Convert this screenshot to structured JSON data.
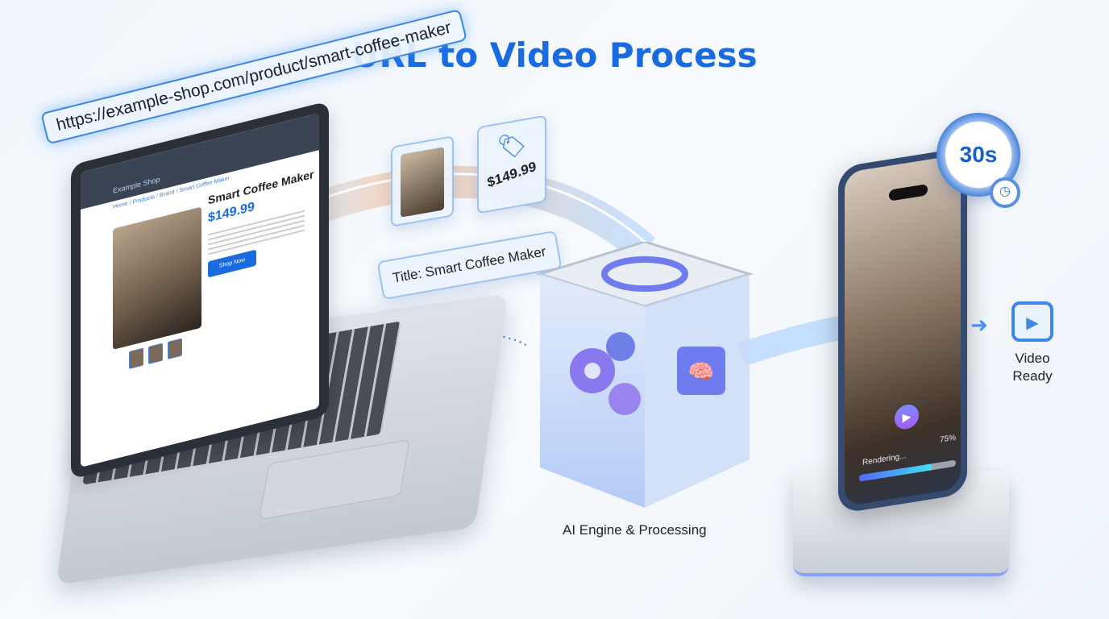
{
  "title": "URL to Video Process",
  "laptop": {
    "url": "https://example-shop.com/product/smart-coffee-maker",
    "site_name": "Example Shop",
    "breadcrumb": "Home / Products / Brand / Smart Coffee Maker",
    "product_title": "Smart Coffee Maker",
    "price": "$149.99",
    "button": "Shop Now"
  },
  "extracted": {
    "price": "$149.99",
    "title": "Title: Smart Coffee Maker",
    "tag_icon": "price-tag-icon"
  },
  "engine": {
    "label": "AI Engine & Processing",
    "icons": [
      "gears-icon",
      "brain-chip-icon"
    ]
  },
  "phone": {
    "timer": "30s",
    "status": "Rendering...",
    "percent": "75%",
    "progress": 0.75
  },
  "output": {
    "label_line1": "Video",
    "label_line2": "Ready",
    "icon": "video-clapper-icon"
  },
  "colors": {
    "accent": "#1a6be0",
    "beam_orange": "#ff9a4a",
    "beam_blue": "#5aa8ff"
  }
}
